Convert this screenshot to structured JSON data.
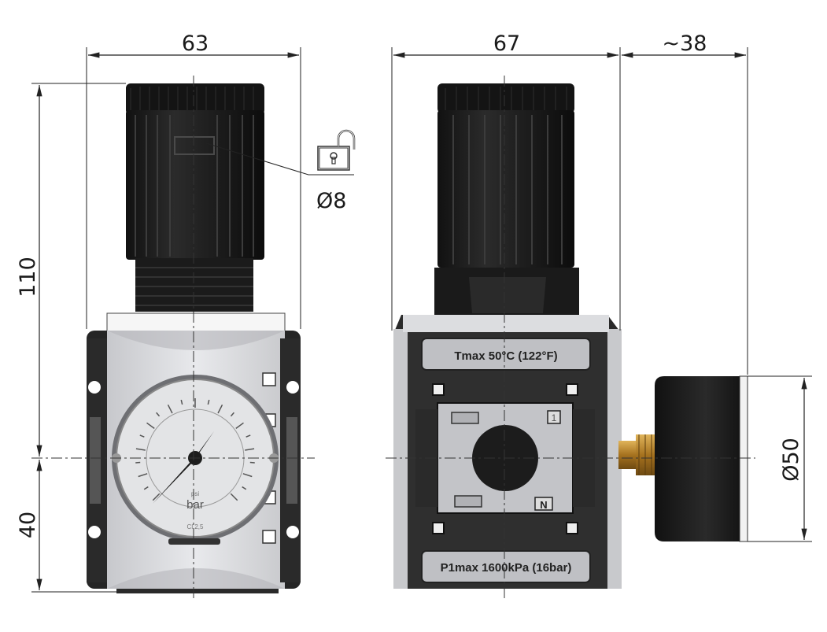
{
  "dimensions": {
    "width_regulator": "63",
    "width_side": "67",
    "gauge_depth": "~38",
    "height_top": "110",
    "height_bottom": "40",
    "lock_diameter": "Ø8",
    "gauge_diameter": "Ø50"
  },
  "labels": {
    "tmax": "Tmax 50°C (122°F)",
    "pmax": "P1max 1600kPa (16bar)",
    "port_in": "1",
    "port_mark": "N",
    "gauge_unit": "bar",
    "gauge_psi": "psi",
    "gauge_class": "Cl 2,5"
  },
  "icons": [
    "padlock-open-icon"
  ],
  "colors": {
    "knob": "#1e1e1e",
    "body": "#d9dade",
    "frame": "#2a2a2a",
    "brass": "#b8862e",
    "gauge_face": "#e3e4e6"
  }
}
